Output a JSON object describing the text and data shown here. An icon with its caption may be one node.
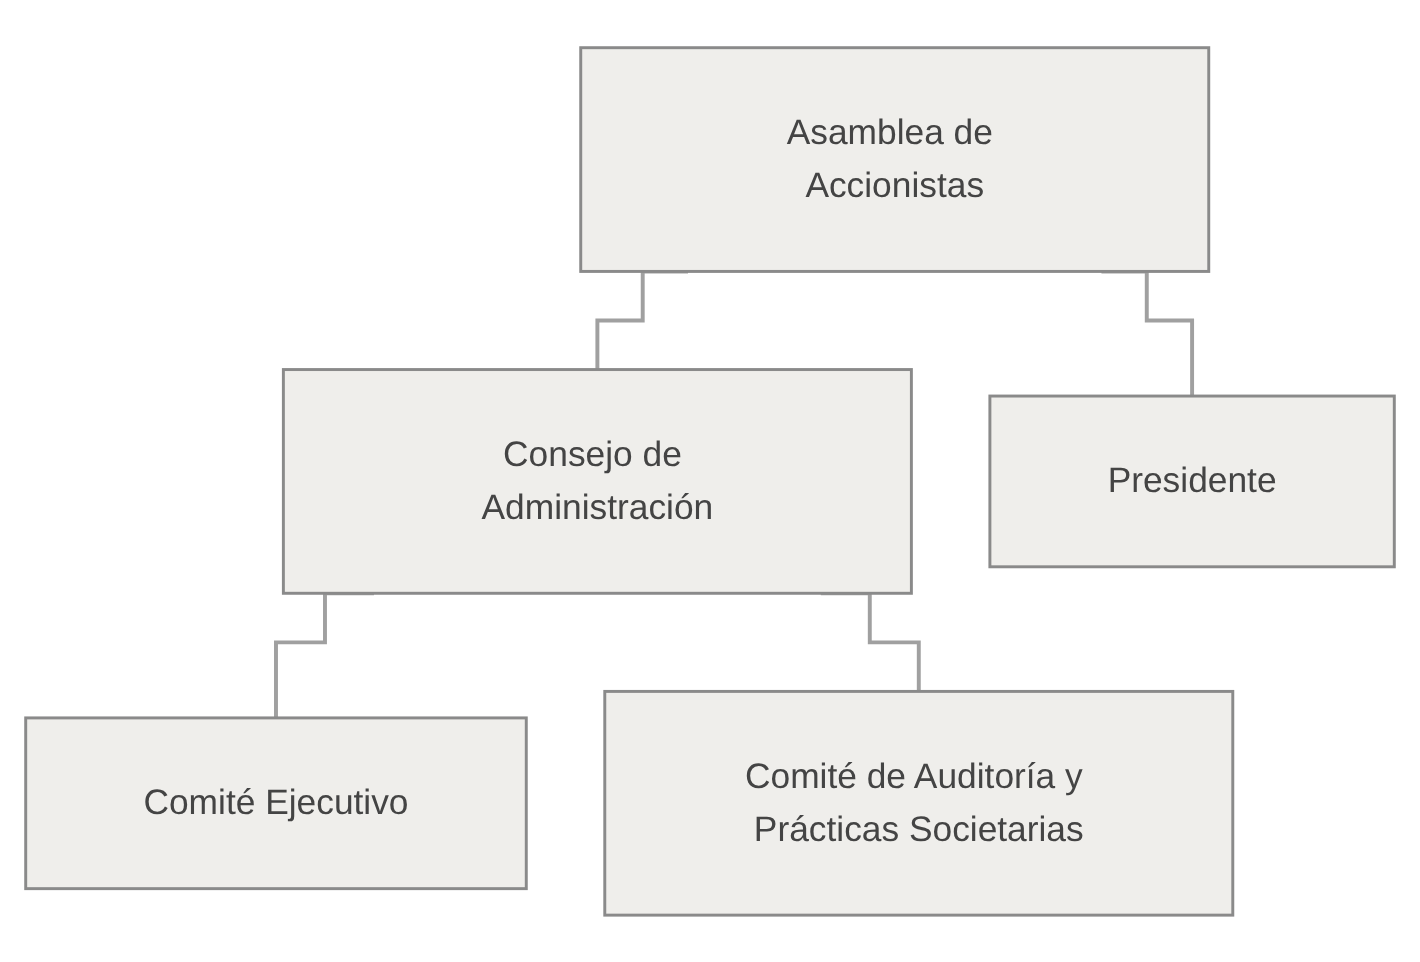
{
  "diagram": {
    "nodes": [
      {
        "text": [
          "Asamblea de Accionistas"
        ]
      },
      {
        "text": [
          "Consejo de Administración"
        ]
      },
      {
        "text": [
          "Presidente"
        ]
      },
      {
        "text": [
          "Comité Ejecutivo"
        ]
      },
      {
        "text": [
          "Comité de Auditoría y Prácticas Societarias"
        ]
      }
    ],
    "edges": [
      {
        "from": 0,
        "to": 1,
        "arrow": "none"
      },
      {
        "from": 0,
        "to": 2,
        "arrow": "none"
      },
      {
        "from": 1,
        "to": 3,
        "arrow": "none"
      },
      {
        "from": 1,
        "to": 4,
        "arrow": "none"
      }
    ]
  }
}
